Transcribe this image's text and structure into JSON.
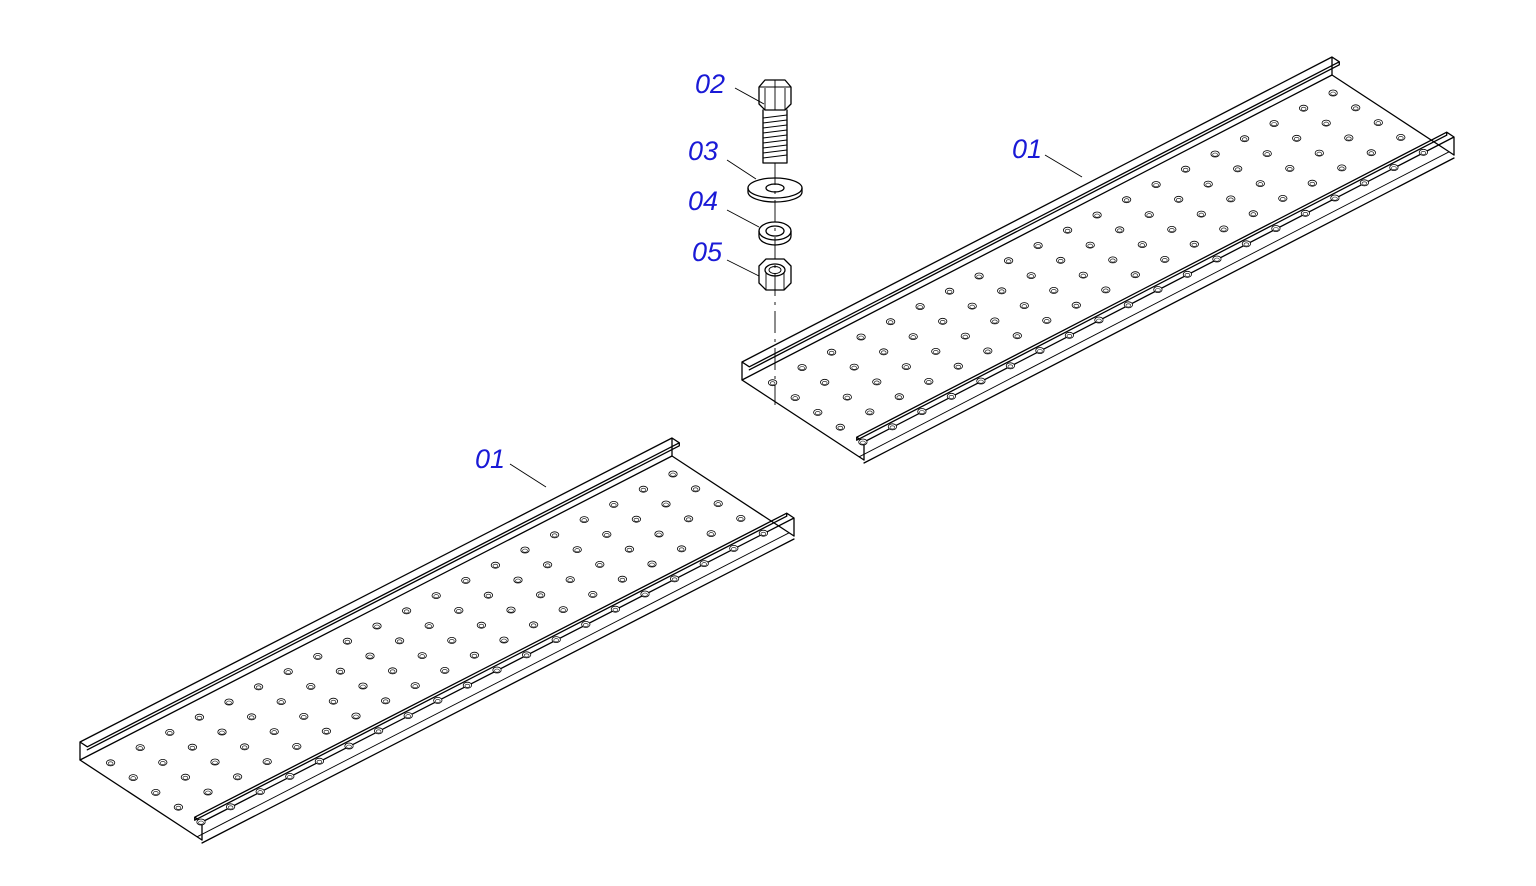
{
  "colors": {
    "line": "#000000",
    "callout": "#1a1ad6",
    "background": "#ffffff"
  },
  "callouts": {
    "tray_upper": "01",
    "tray_lower": "01",
    "bolt": "02",
    "flat_washer": "03",
    "spring_washer": "04",
    "hex_nut": "05"
  }
}
